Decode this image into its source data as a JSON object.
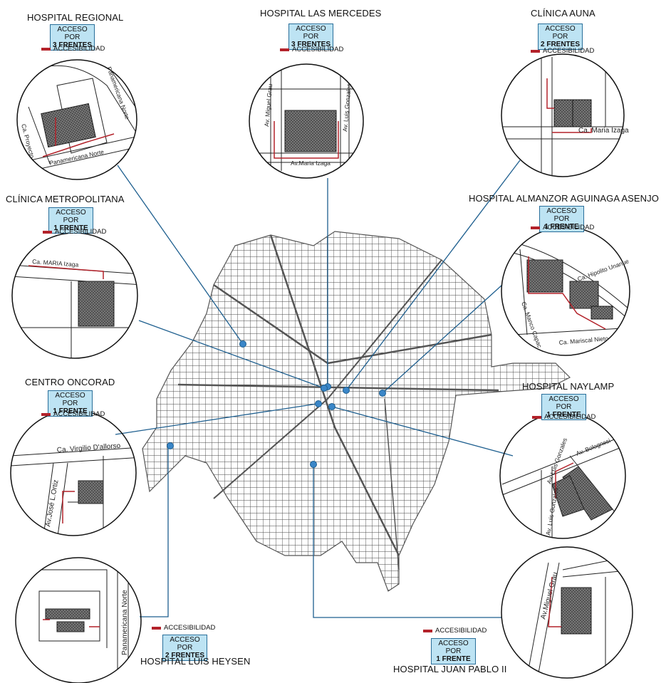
{
  "hospitals": [
    {
      "name": "HOSPITAL REGIONAL",
      "access_line1": "ACCESO POR",
      "access_line2": "3 FRENTES",
      "legend": "ACCESIBILIDAD",
      "streets": [
        "Panamericana Norte",
        "Ca. Proyecto",
        "Panamericana Norte"
      ]
    },
    {
      "name": "HOSPITAL LAS MERCEDES",
      "access_line1": "ACCESO POR",
      "access_line2": "3 FRENTES",
      "legend": "ACCESIBILIDAD",
      "streets": [
        "Av. Miguel Grau",
        "Av. Luis Gonzales",
        "Av. Maria Izaga"
      ]
    },
    {
      "name": "CLÍNICA AUNA",
      "access_line1": "ACCESO POR",
      "access_line2": "2 FRENTES",
      "legend": "ACCESIBILIDAD",
      "streets": [
        "Ca. Maria Izaga"
      ]
    },
    {
      "name": "CLÍNICA METROPOLITANA",
      "access_line1": "ACCESO POR",
      "access_line2": "1 FRENTE",
      "legend": "ACCESIBILIDAD",
      "streets": [
        "Ca. MARIA Izaga"
      ]
    },
    {
      "name": "HOSPITAL ALMANZOR AGUINAGA ASENJO",
      "access_line1": "ACCESO POR",
      "access_line2": "1 FRENTE",
      "legend": "ACCESIBILIDAD",
      "streets": [
        "Ca. Hipolito Unanue",
        "Ca. Mariscal Nieto",
        "Ca. Manco Capac"
      ]
    },
    {
      "name": "CENTRO ONCORAD",
      "access_line1": "ACCESO POR",
      "access_line2": "1 FRENTE",
      "legend": "ACCESIBILIDAD",
      "streets": [
        "Ca. Virgilio D'allorso",
        "Av. José L.Ortiz"
      ]
    },
    {
      "name": "HOSPITAL NAYLAMP",
      "access_line1": "ACCESO POR",
      "access_line2": "1 FRENTE",
      "legend": "ACCESIBILIDAD",
      "streets": [
        "Av. Luis Gonzales",
        "Av. Bolognesi",
        "Av. Luis Gonzales"
      ]
    },
    {
      "name": "HOSPITAL LUIS HEYSEN",
      "access_line1": "ACCESO POR",
      "access_line2": "2 FRENTES",
      "legend": "ACCESIBILIDAD",
      "streets": [
        "Panamericana Norte"
      ]
    },
    {
      "name": "HOSPITAL JUAN PABLO II",
      "access_line1": "ACCESO POR",
      "access_line2": "1 FRENTE",
      "legend": "ACCESIBILIDAD",
      "streets": [
        "Av. Miguel Grau"
      ]
    }
  ],
  "colors": {
    "connector": "#1e5f8f",
    "marker": "#3a86c8",
    "access_path": "#b3222a",
    "box_fill": "#bde3f3",
    "box_border": "#2a6f9a",
    "city_lines": "#555555"
  }
}
